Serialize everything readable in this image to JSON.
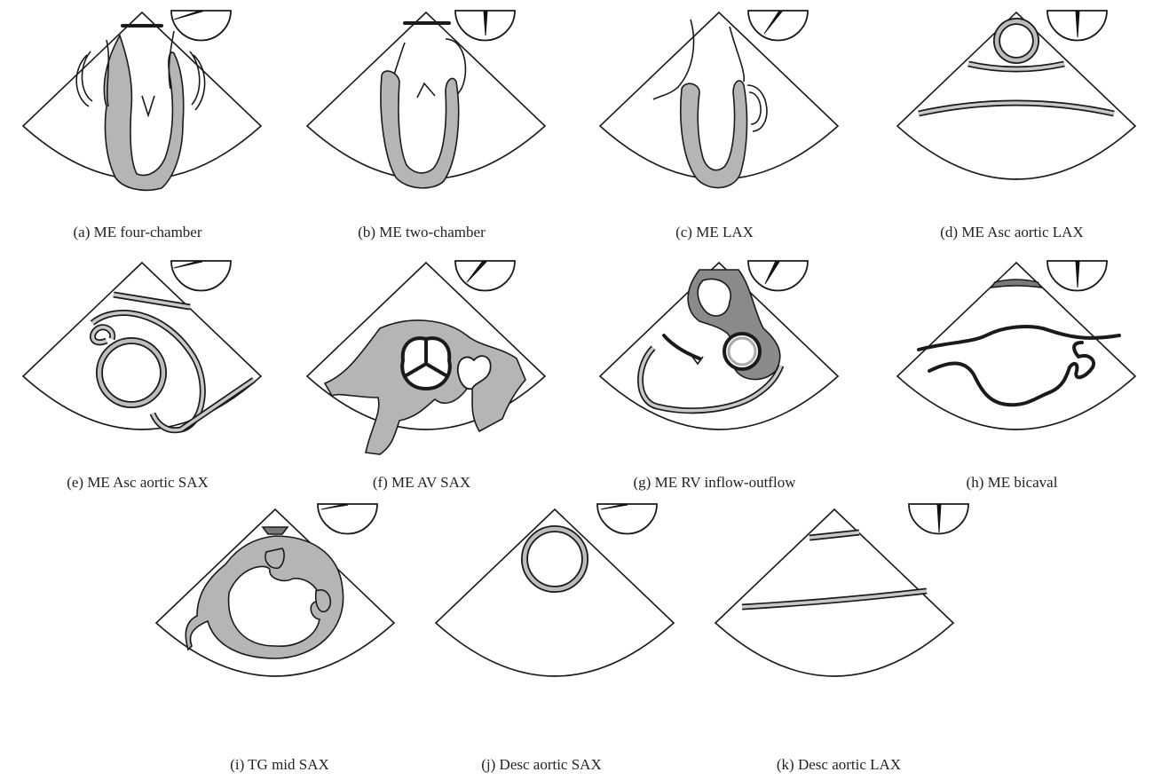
{
  "panels": [
    {
      "id": "a",
      "caption": "(a)  ME four-chamber"
    },
    {
      "id": "b",
      "caption": "(b)  ME two-chamber"
    },
    {
      "id": "c",
      "caption": "(c)  ME LAX"
    },
    {
      "id": "d",
      "caption": "(d)  ME Asc aortic LAX"
    },
    {
      "id": "e",
      "caption": "(e)  ME Asc aortic SAX"
    },
    {
      "id": "f",
      "caption": "(f)  ME AV SAX"
    },
    {
      "id": "g",
      "caption": "(g)  ME RV inflow-outflow"
    },
    {
      "id": "h",
      "caption": "(h)  ME bicaval"
    },
    {
      "id": "i",
      "caption": "(i)  TG mid SAX"
    },
    {
      "id": "j",
      "caption": "(j)  Desc aortic SAX"
    },
    {
      "id": "k",
      "caption": "(k)  Desc aortic LAX"
    }
  ],
  "colors": {
    "wall": "#b5b5b5",
    "outline": "#1a1a1a",
    "background": "#ffffff"
  }
}
